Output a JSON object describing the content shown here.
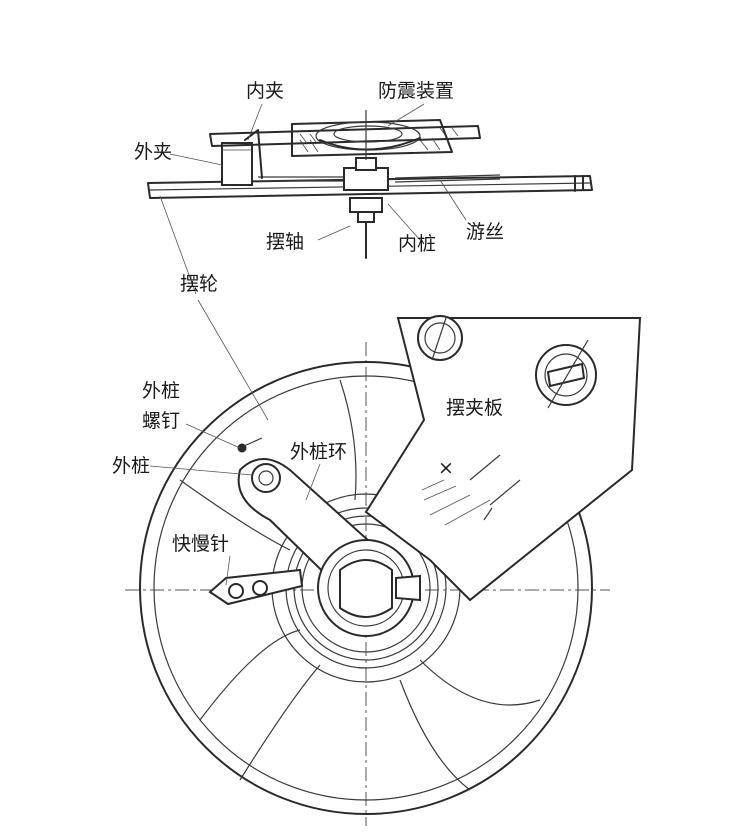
{
  "labels": {
    "inner_clamp": "内夹",
    "shockproof_device": "防震装置",
    "outer_clamp": "外夹",
    "balance_staff": "摆轴",
    "inner_stud": "内桩",
    "hairspring": "游丝",
    "balance_wheel": "摆轮",
    "outer_stud_screw_line1": "外桩",
    "outer_stud_screw_line2": "螺钉",
    "outer_stud_ring": "外桩环",
    "outer_stud": "外桩",
    "balance_bridge": "摆夹板",
    "regulator_pin": "快慢针",
    "cross_mark": "×"
  }
}
